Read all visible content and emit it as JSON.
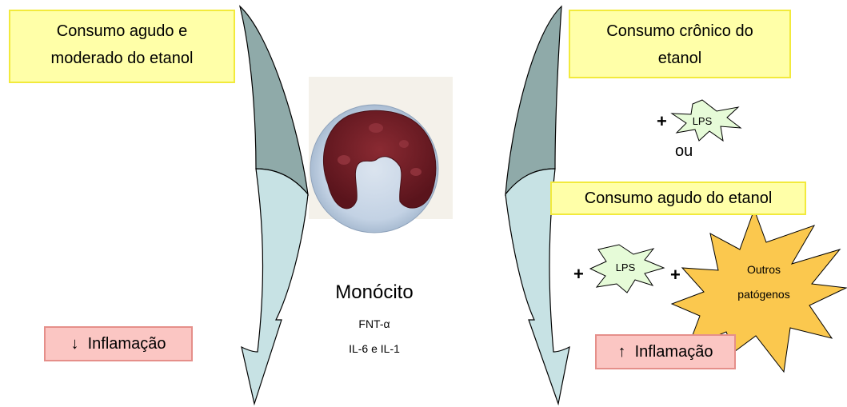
{
  "left": {
    "box_lines": [
      "Consumo agudo e",
      "moderado do etanol"
    ],
    "result": "↓  Inflamação"
  },
  "center": {
    "cell_label": "Monócito",
    "cytokine_1": "FNT-α",
    "cytokine_2": "IL-6 e IL-1"
  },
  "right": {
    "box1_lines": [
      "Consumo crônico do",
      "etanol"
    ],
    "plus_1": "+",
    "lps_1": "LPS",
    "or": "ou",
    "box2": "Consumo agudo do etanol",
    "plus_2": "+",
    "lps_2": "LPS",
    "plus_3": "+",
    "pathogen_lines": [
      "Outros",
      "patógenos"
    ],
    "result": "↑  Inflamação"
  },
  "colors": {
    "arrow_dark": "#8faaa9",
    "arrow_light": "#c7e2e4",
    "box_yellow": "#ffffa8",
    "box_pink": "#fbc6c3",
    "lps_green": "#e6fbd8",
    "pathogen_orange": "#fbc84e"
  }
}
